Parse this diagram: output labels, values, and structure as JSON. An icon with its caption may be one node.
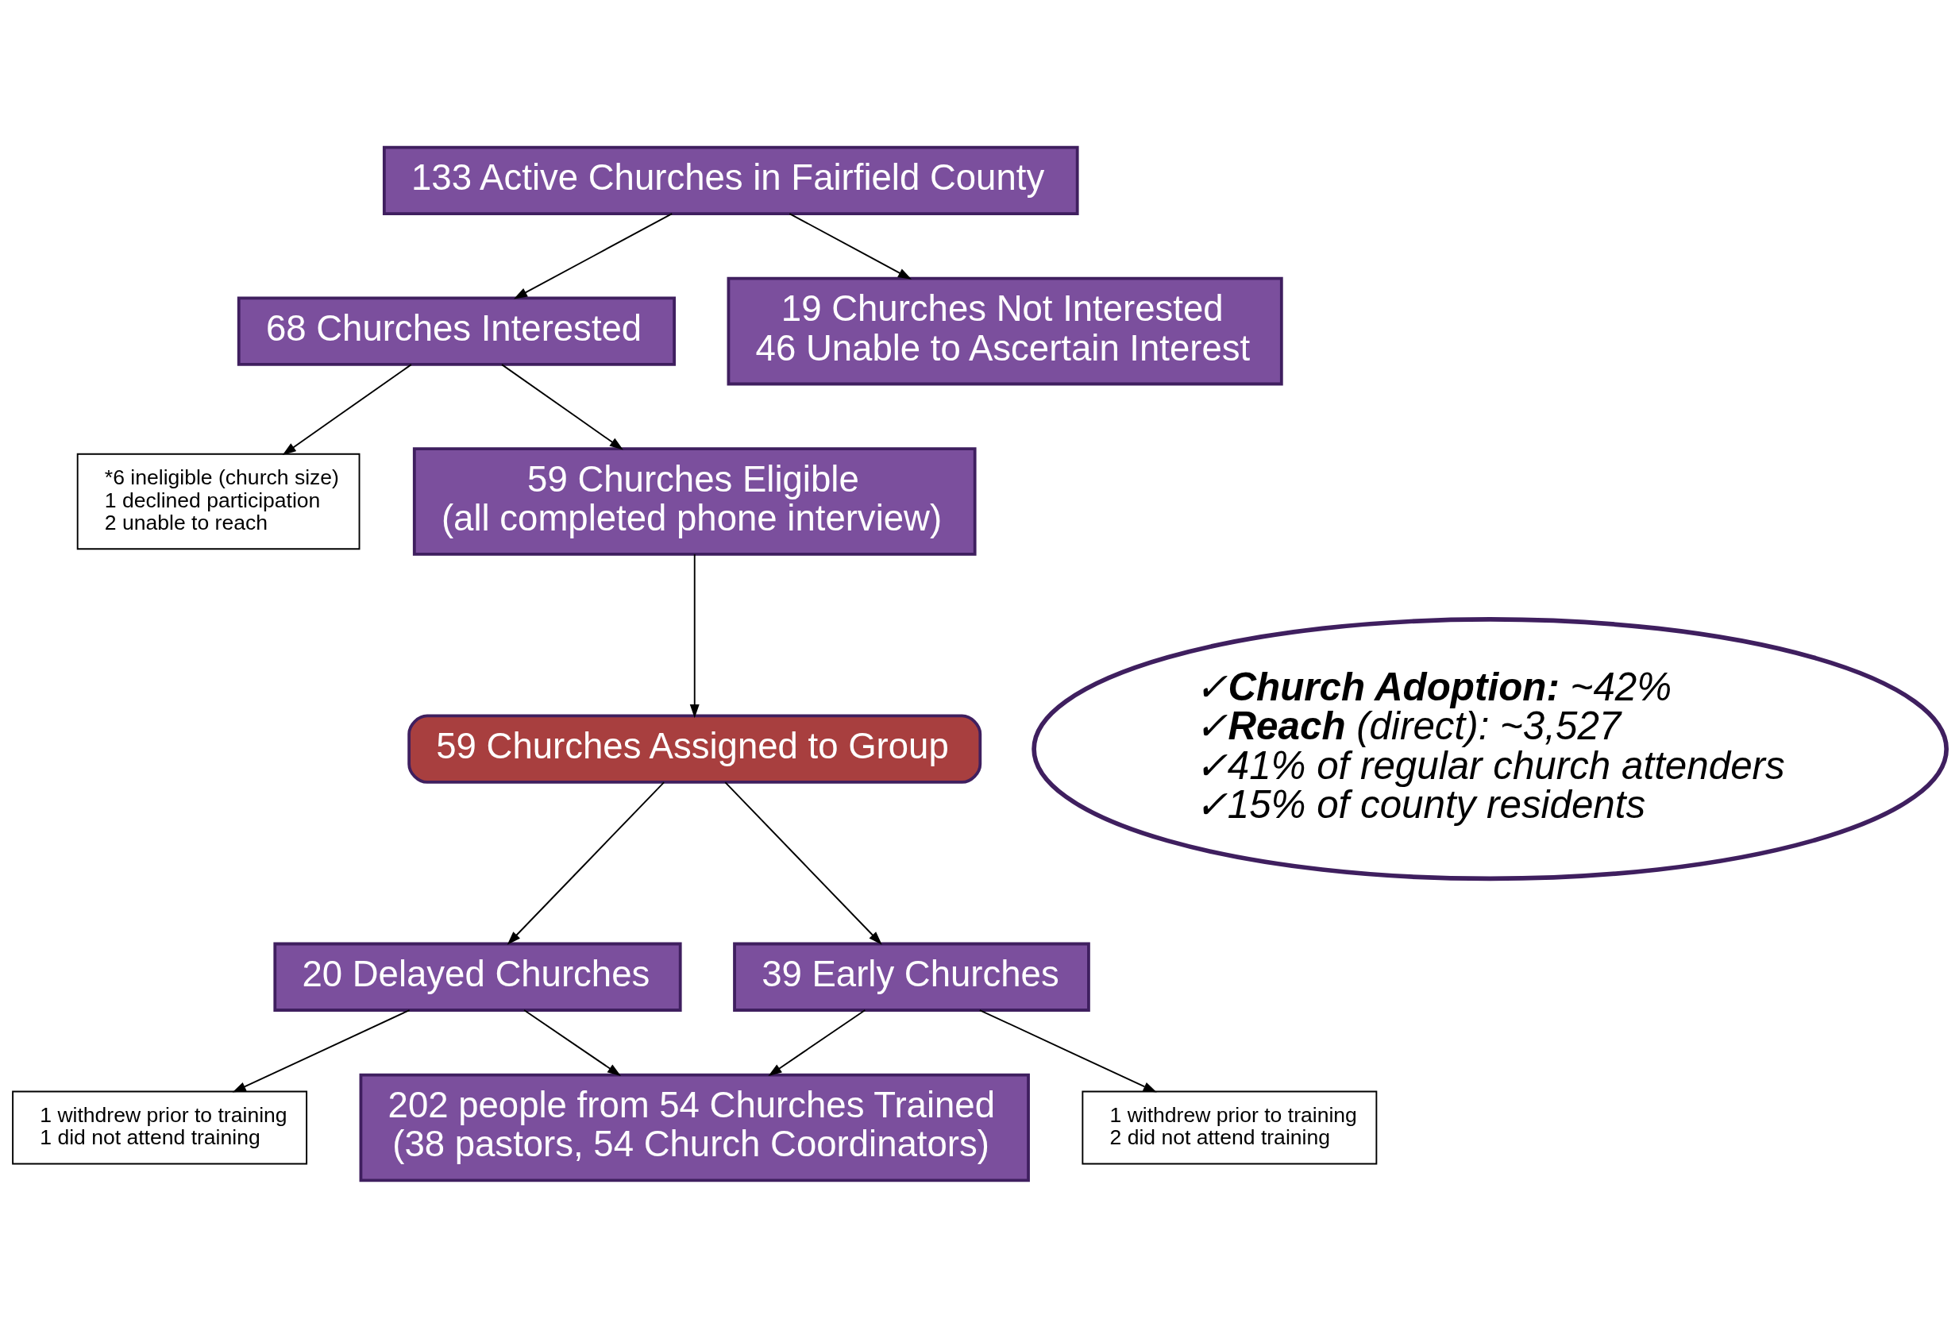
{
  "diagram": {
    "nodes": [
      {
        "text": [
          "133 Active Churches in Fairfield County"
        ]
      },
      {
        "text": [
          "68 Churches Interested"
        ]
      },
      {
        "text": [
          "19 Churches Not Interested",
          "46 Unable to Ascertain Interest"
        ]
      },
      {
        "text": [
          "*6 ineligible (church size)",
          "1 declined participation",
          "2 unable to reach"
        ]
      },
      {
        "text": [
          "59 Churches Eligible",
          "(all completed phone interview)"
        ]
      },
      {
        "text": [
          "59 Churches Assigned to Group"
        ]
      },
      {
        "text": [
          "20 Delayed Churches"
        ]
      },
      {
        "text": [
          "39 Early Churches"
        ]
      },
      {
        "text": [
          "1 withdrew prior to training",
          "1 did not attend training"
        ]
      },
      {
        "text": [
          "1 withdrew prior to training",
          "2 did not attend training"
        ]
      },
      {
        "text": [
          "202 people from 54 Churches Trained",
          "(38 pastors, 54 Church Coordinators)"
        ]
      },
      {
        "text": [
          "✓**Church Adoption:** ~42%",
          "✓**Reach** (direct): ~3,527",
          "✓41% of regular church attenders",
          "✓15% of county residents"
        ]
      }
    ],
    "edges": [
      {
        "from": 0,
        "to": 1,
        "arrow": "to"
      },
      {
        "from": 0,
        "to": 2,
        "arrow": "to"
      },
      {
        "from": 1,
        "to": 4,
        "arrow": "to"
      },
      {
        "from": 1,
        "to": 3,
        "arrow": "to"
      },
      {
        "from": 4,
        "to": 5,
        "arrow": "to"
      },
      {
        "from": 5,
        "to": 6,
        "arrow": "to"
      },
      {
        "from": 5,
        "to": 7,
        "arrow": "to"
      },
      {
        "from": 6,
        "to": 8,
        "arrow": "to"
      },
      {
        "from": 6,
        "to": 10,
        "arrow": "to"
      },
      {
        "from": 7,
        "to": 9,
        "arrow": "to"
      },
      {
        "from": 7,
        "to": 10,
        "arrow": "to"
      }
    ]
  }
}
